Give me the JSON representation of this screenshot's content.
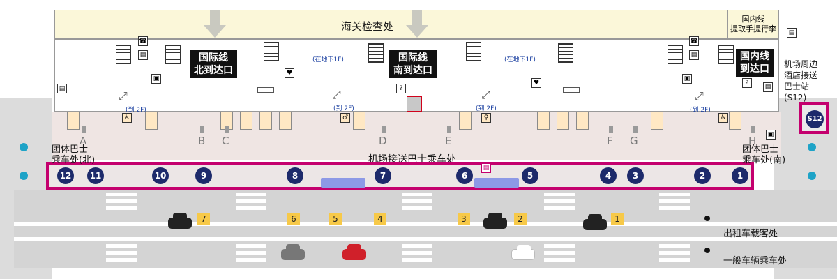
{
  "customs_label": "海关检查处",
  "domestic_claim_label": [
    "国内线",
    "提取手提行李"
  ],
  "exits": {
    "intl_north": [
      "国际线",
      "北到达口"
    ],
    "intl_south": [
      "国际线",
      "南到达口"
    ],
    "domestic": [
      "国内线",
      "到达口"
    ]
  },
  "underground_label": "(在地下1F)",
  "to_2f_label": "(到 2F)",
  "gates": [
    "A",
    "B",
    "C",
    "D",
    "E",
    "F",
    "G",
    "H"
  ],
  "bus_area_label": "机场接送巴士乘车处",
  "group_bus_north": [
    "团体巴士",
    "乘车处(北)"
  ],
  "group_bus_south": [
    "团体巴士",
    "乘车处(南)"
  ],
  "hotel_shuttle": [
    "机场周边",
    "酒店接送",
    "巴士站",
    "(S12)"
  ],
  "s12_badge": "S12",
  "bus_stops": [
    "12",
    "11",
    "10",
    "9",
    "8",
    "7",
    "6",
    "5",
    "4",
    "3",
    "2",
    "1"
  ],
  "taxi_stands": [
    "7",
    "6",
    "5",
    "4",
    "3",
    "2",
    "1"
  ],
  "taxi_label": "出租车载客处",
  "general_label": "一般车辆乘车处",
  "colors": {
    "accent": "#c4006e",
    "bus_number": "#1d2a6b",
    "taxi_number": "#f7c948",
    "customs_bg": "#fbf7d9"
  }
}
